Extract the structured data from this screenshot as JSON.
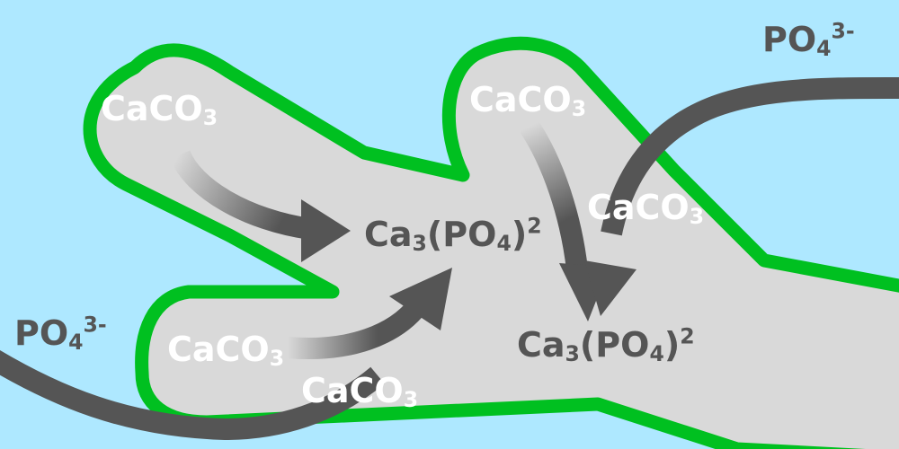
{
  "colors": {
    "background": "#aee8ff",
    "body_fill": "#d9d9d9",
    "body_outline": "#00c020",
    "arrow": "#555555",
    "label_light": "#ffffff",
    "label_dark": "#555555"
  },
  "labels": {
    "caco3": {
      "base": "CaCO",
      "sub": "3"
    },
    "ca3po4": {
      "base": "Ca",
      "sub": "3",
      "mid": "(PO",
      "sub2": "4",
      "end": ")",
      "sup": "2"
    },
    "po4": {
      "base": "PO",
      "sub": "4",
      "sup": "3-"
    }
  }
}
